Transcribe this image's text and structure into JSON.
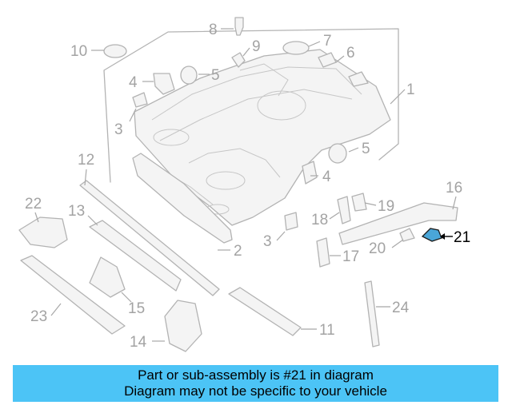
{
  "highlighted_part": "21",
  "callouts": [
    "1",
    "2",
    "3",
    "3",
    "4",
    "4",
    "5",
    "5",
    "6",
    "7",
    "8",
    "9",
    "10",
    "11",
    "12",
    "13",
    "14",
    "15",
    "16",
    "17",
    "18",
    "19",
    "20",
    "21",
    "22",
    "23",
    "24"
  ],
  "banner": {
    "line1": "Part or sub-assembly is #21 in diagram",
    "line2": "Diagram may not be specific to your vehicle"
  },
  "colors": {
    "banner_bg": "#4cc4f6",
    "highlight_part": "#4aa6d8",
    "line_art": "#b3b3b3"
  }
}
